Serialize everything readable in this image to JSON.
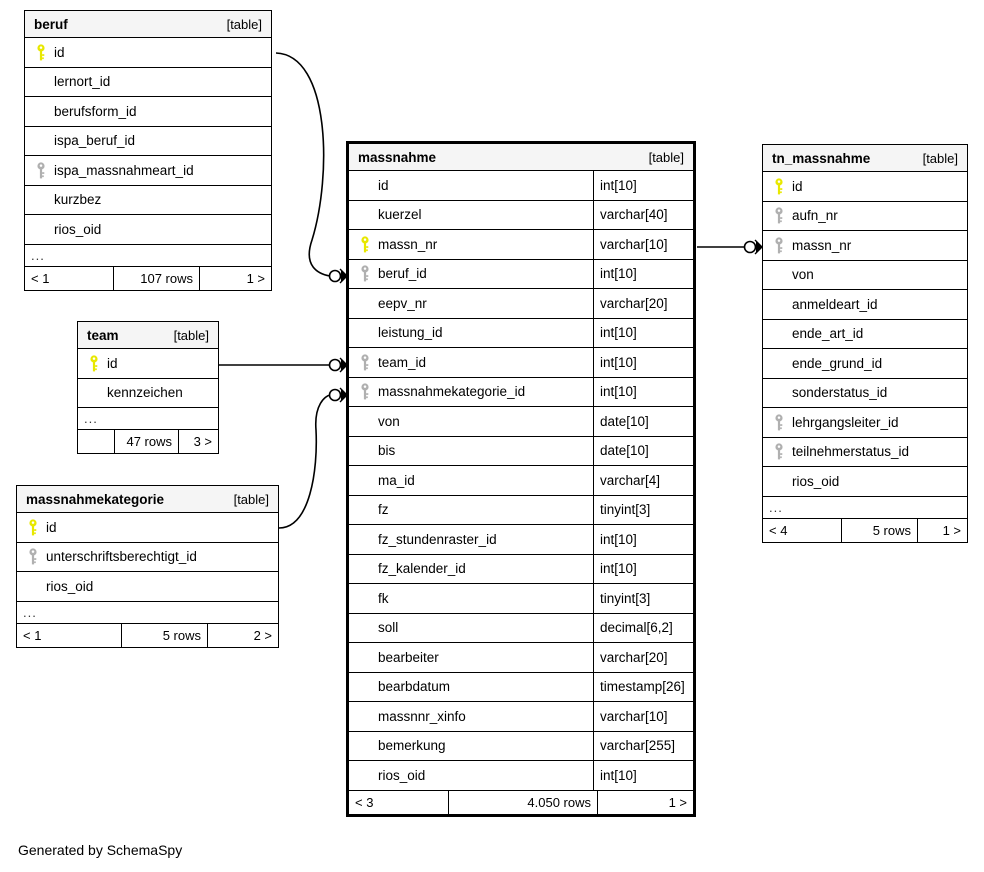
{
  "diagram": {
    "caption": "Generated by SchemaSpy",
    "table_tag": "[table]",
    "ellipsis": "...",
    "colors": {
      "primary_key": "#e8e800",
      "foreign_key": "#b0b0b0",
      "header_background": "#f5f5f5",
      "border": "#000000",
      "background": "#ffffff"
    }
  },
  "tables": {
    "beruf": {
      "name": "beruf",
      "tag": "[table]",
      "focal": false,
      "columns": [
        {
          "name": "id",
          "key": "primary",
          "type": ""
        },
        {
          "name": "lernort_id",
          "key": "none",
          "type": ""
        },
        {
          "name": "berufsform_id",
          "key": "none",
          "type": ""
        },
        {
          "name": "ispa_beruf_id",
          "key": "none",
          "type": ""
        },
        {
          "name": "ispa_massnahmeart_id",
          "key": "foreign",
          "type": ""
        },
        {
          "name": "kurzbez",
          "key": "none",
          "type": ""
        },
        {
          "name": "rios_oid",
          "key": "none",
          "type": ""
        }
      ],
      "footer": {
        "left": "< 1",
        "middle": "107 rows",
        "right": "1 >"
      }
    },
    "team": {
      "name": "team",
      "tag": "[table]",
      "focal": false,
      "columns": [
        {
          "name": "id",
          "key": "primary",
          "type": ""
        },
        {
          "name": "kennzeichen",
          "key": "none",
          "type": ""
        }
      ],
      "footer": {
        "left": "",
        "middle": "47 rows",
        "right": "3 >"
      }
    },
    "massnahmekategorie": {
      "name": "massnahmekategorie",
      "tag": "[table]",
      "focal": false,
      "columns": [
        {
          "name": "id",
          "key": "primary",
          "type": ""
        },
        {
          "name": "unterschriftsberechtigt_id",
          "key": "foreign",
          "type": ""
        },
        {
          "name": "rios_oid",
          "key": "none",
          "type": ""
        }
      ],
      "footer": {
        "left": "< 1",
        "middle": "5 rows",
        "right": "2 >"
      }
    },
    "massnahme": {
      "name": "massnahme",
      "tag": "[table]",
      "focal": true,
      "columns": [
        {
          "name": "id",
          "key": "none",
          "type": "int[10]"
        },
        {
          "name": "kuerzel",
          "key": "none",
          "type": "varchar[40]"
        },
        {
          "name": "massn_nr",
          "key": "primary",
          "type": "varchar[10]"
        },
        {
          "name": "beruf_id",
          "key": "foreign",
          "type": "int[10]"
        },
        {
          "name": "eepv_nr",
          "key": "none",
          "type": "varchar[20]"
        },
        {
          "name": "leistung_id",
          "key": "none",
          "type": "int[10]"
        },
        {
          "name": "team_id",
          "key": "foreign",
          "type": "int[10]"
        },
        {
          "name": "massnahmekategorie_id",
          "key": "foreign",
          "type": "int[10]"
        },
        {
          "name": "von",
          "key": "none",
          "type": "date[10]"
        },
        {
          "name": "bis",
          "key": "none",
          "type": "date[10]"
        },
        {
          "name": "ma_id",
          "key": "none",
          "type": "varchar[4]"
        },
        {
          "name": "fz",
          "key": "none",
          "type": "tinyint[3]"
        },
        {
          "name": "fz_stundenraster_id",
          "key": "none",
          "type": "int[10]"
        },
        {
          "name": "fz_kalender_id",
          "key": "none",
          "type": "int[10]"
        },
        {
          "name": "fk",
          "key": "none",
          "type": "tinyint[3]"
        },
        {
          "name": "soll",
          "key": "none",
          "type": "decimal[6,2]"
        },
        {
          "name": "bearbeiter",
          "key": "none",
          "type": "varchar[20]"
        },
        {
          "name": "bearbdatum",
          "key": "none",
          "type": "timestamp[26]"
        },
        {
          "name": "massnnr_xinfo",
          "key": "none",
          "type": "varchar[10]"
        },
        {
          "name": "bemerkung",
          "key": "none",
          "type": "varchar[255]"
        },
        {
          "name": "rios_oid",
          "key": "none",
          "type": "int[10]"
        }
      ],
      "footer": {
        "left": "< 3",
        "middle": "4.050 rows",
        "right": "1 >"
      }
    },
    "tn_massnahme": {
      "name": "tn_massnahme",
      "tag": "[table]",
      "focal": false,
      "columns": [
        {
          "name": "id",
          "key": "primary",
          "type": ""
        },
        {
          "name": "aufn_nr",
          "key": "foreign",
          "type": ""
        },
        {
          "name": "massn_nr",
          "key": "foreign",
          "type": ""
        },
        {
          "name": "von",
          "key": "none",
          "type": ""
        },
        {
          "name": "anmeldeart_id",
          "key": "none",
          "type": ""
        },
        {
          "name": "ende_art_id",
          "key": "none",
          "type": ""
        },
        {
          "name": "ende_grund_id",
          "key": "none",
          "type": ""
        },
        {
          "name": "sonderstatus_id",
          "key": "none",
          "type": ""
        },
        {
          "name": "lehrgangsleiter_id",
          "key": "foreign",
          "type": ""
        },
        {
          "name": "teilnehmerstatus_id",
          "key": "foreign",
          "type": ""
        },
        {
          "name": "rios_oid",
          "key": "none",
          "type": ""
        }
      ],
      "footer": {
        "left": "< 4",
        "middle": "5 rows",
        "right": "1 >"
      }
    }
  },
  "relationships": [
    {
      "from_table": "beruf",
      "from_column": "id",
      "to_table": "massnahme",
      "to_column": "beruf_id",
      "cardinality": "zero-or-many"
    },
    {
      "from_table": "team",
      "from_column": "id",
      "to_table": "massnahme",
      "to_column": "team_id",
      "cardinality": "zero-or-many"
    },
    {
      "from_table": "massnahmekategorie",
      "from_column": "id",
      "to_table": "massnahme",
      "to_column": "massnahmekategorie_id",
      "cardinality": "zero-or-many"
    },
    {
      "from_table": "massnahme",
      "from_column": "massn_nr",
      "to_table": "tn_massnahme",
      "to_column": "massn_nr",
      "cardinality": "zero-or-many"
    }
  ]
}
